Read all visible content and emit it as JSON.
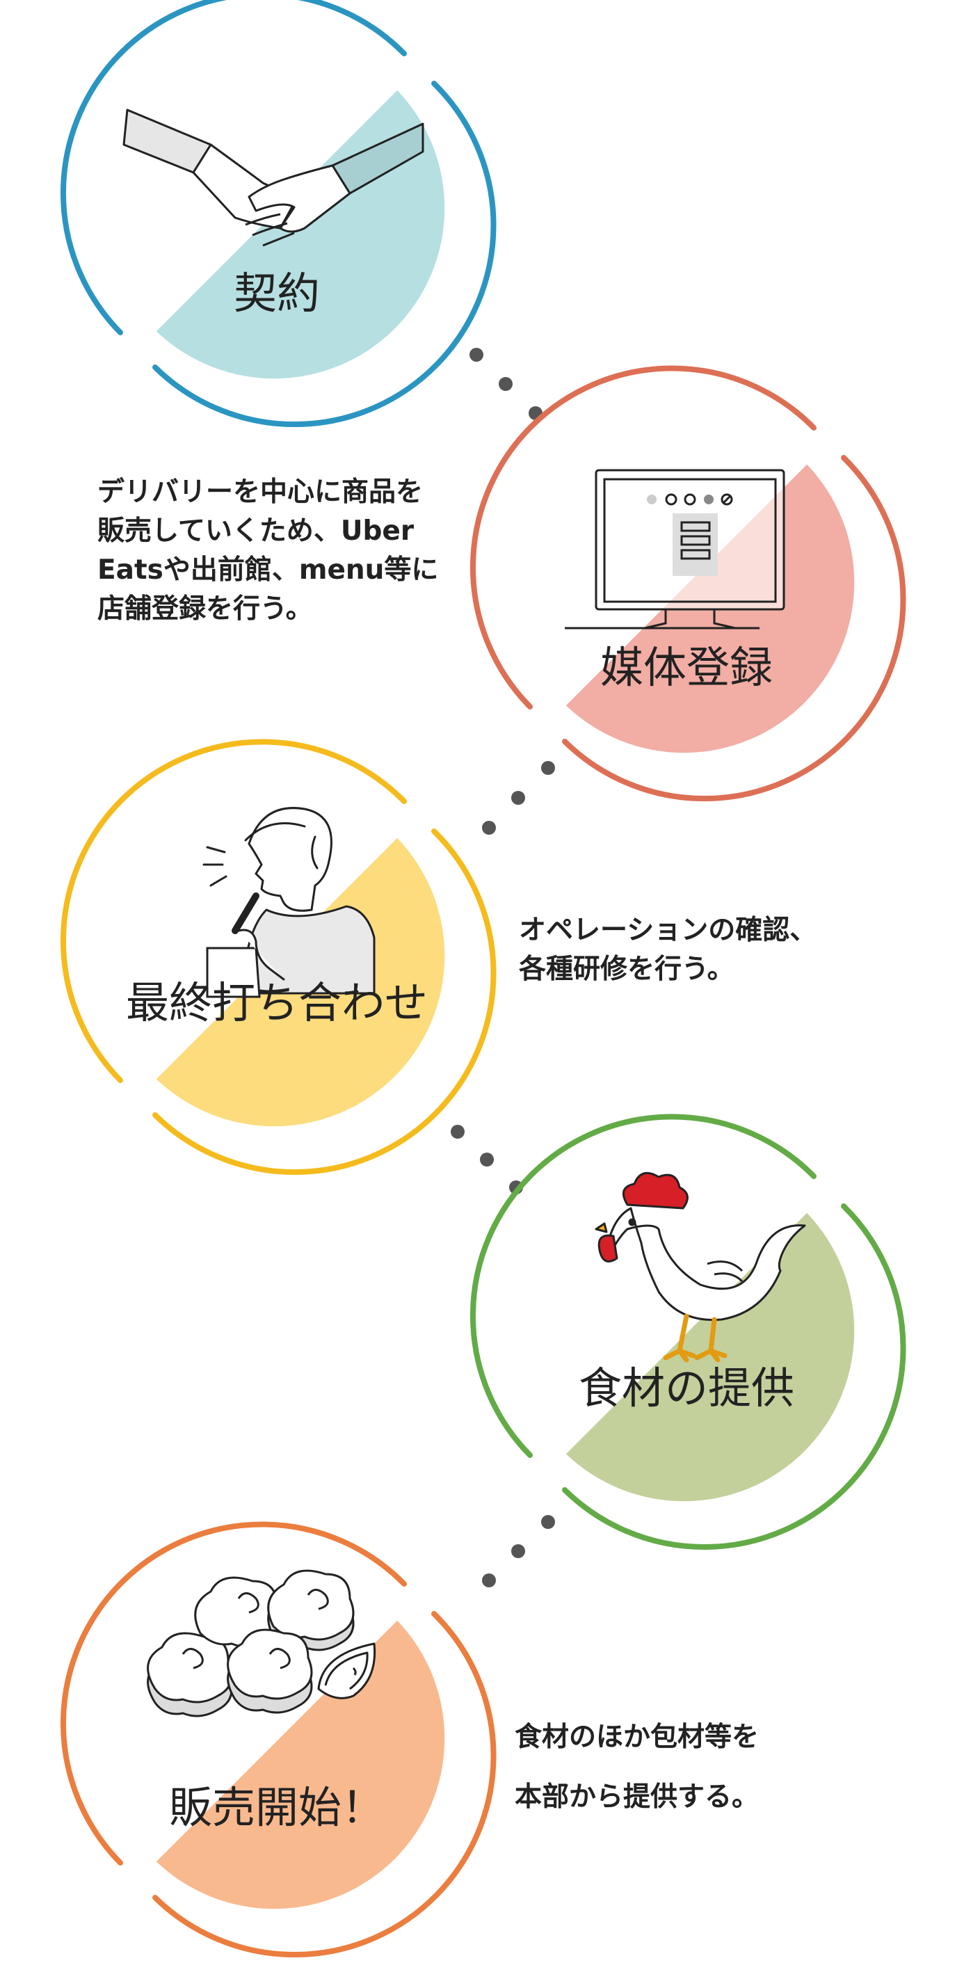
{
  "steps": [
    {
      "title": "契約",
      "ring_color": "#2b95c2",
      "fill_color": "#b6dfe1",
      "icon": "handshake-icon"
    },
    {
      "title": "媒体登録",
      "ring_color": "#dd6f55",
      "fill_color": "#f2ada4",
      "icon": "monitor-icon"
    },
    {
      "title": "最終打ち合わせ",
      "ring_color": "#f5bb1d",
      "fill_color": "#fddc7e",
      "icon": "person-speaking-icon"
    },
    {
      "title": "食材の提供",
      "ring_color": "#62ab46",
      "fill_color": "#c3d09c",
      "icon": "rooster-icon"
    },
    {
      "title": "販売開始！",
      "ring_color": "#eb7d3e",
      "fill_color": "#f9b98e",
      "icon": "fried-chicken-icon"
    }
  ],
  "descriptions": {
    "registration": [
      "デリバリーを中心に商品を",
      "販売していくため、Uber",
      "Eatsや出前館、menu等に",
      "店舗登録を行う。"
    ],
    "meeting": [
      "オペレーションの確認、",
      "各種研修を行う。"
    ],
    "supply": [
      "食材のほか包材等を",
      "本部から提供する。"
    ]
  },
  "colors": {
    "connector_dot": "#555555",
    "text": "#222222"
  }
}
